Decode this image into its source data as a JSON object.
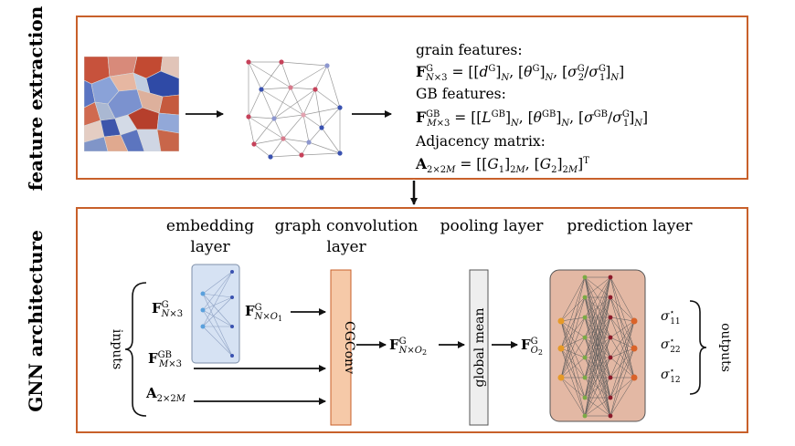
{
  "colors": {
    "frame": "#c8602a",
    "embedding_fill": "#d6e2f3",
    "embedding_stroke": "#7d8fa8",
    "cgconv_fill": "#f6c9a8",
    "cgconv_stroke": "#c8602a",
    "pooling_fill": "#eeeeee",
    "pooling_stroke": "#555555",
    "prediction_fill": "#e3b8a4",
    "prediction_stroke": "#555555",
    "node_input": "#e69a28",
    "node_hidden_green": "#7aaa44",
    "node_hidden_red": "#8b1a2a",
    "node_output": "#d9632a",
    "graph_red": "#c6425a",
    "graph_blue": "#3a52b0"
  },
  "sections": {
    "top_label": "feature extraction",
    "bottom_label": "GNN architecture"
  },
  "features": {
    "grain_title": "grain features:",
    "grain_eq_lhs_sup": "G",
    "grain_eq_lhs_sub": "N×3",
    "grain_eq_rhs": "= [[d",
    "gb_title": "GB features:",
    "adj_title": "Adjacency matrix:"
  },
  "layers": {
    "embedding_1": "embedding",
    "embedding_2": "layer",
    "graph_conv_1": "graph convolution",
    "graph_conv_2": "layer",
    "pooling": "pooling layer",
    "prediction": "prediction layer"
  },
  "blocks": {
    "cgconv": "CGConv",
    "global_mean": "global mean"
  },
  "io": {
    "inputs": "inputs",
    "outputs": "outputs"
  }
}
